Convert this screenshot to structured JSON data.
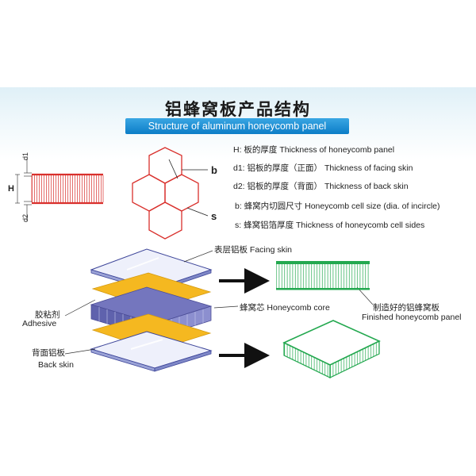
{
  "title": {
    "cn": "铝蜂窝板产品结构",
    "en": "Structure of aluminum honeycomb panel"
  },
  "dimension_marks": {
    "d1": "d1",
    "h": "H",
    "d2": "d2",
    "b": "b",
    "s": "s"
  },
  "legend": [
    {
      "key": "H:",
      "cn": "板的厚度",
      "en": "Thickness of honeycomb panel"
    },
    {
      "key": "d1:",
      "cn": "铝板的厚度（正面）",
      "en": "Thickness of facing skin"
    },
    {
      "key": "d2:",
      "cn": "铝板的厚度（背面）",
      "en": "Thickness of back skin"
    },
    {
      "key": "b:",
      "cn": "蜂窝内切圆尺寸",
      "en": "Honeycomb cell size (dia. of incircle)"
    },
    {
      "key": "s:",
      "cn": "蜂窝铝箔厚度",
      "en": "Thickness of honeycomb cell sides"
    }
  ],
  "layers": {
    "facing_skin": {
      "cn": "表层铝板",
      "en": "Facing skin"
    },
    "adhesive": {
      "cn": "胶粘剂",
      "en": "Adhesive"
    },
    "honeycomb_core": {
      "cn": "蜂窝芯",
      "en": "Honeycomb core"
    },
    "back_skin": {
      "cn": "背面铝板",
      "en": "Back skin"
    },
    "finished_panel": {
      "cn": "制造好的铝蜂窝板",
      "en": "Finished honeycomb panel"
    }
  },
  "colors": {
    "title_bar": "#0b7dc7",
    "panel_section_red": "#d9302c",
    "hexagon_red": "#d9302c",
    "adhesive_orange": "#f5b820",
    "honeycomb_core_purple": "#6a6cb4",
    "skin_sheet": "#9aa2d6",
    "finished_green": "#23a84f",
    "arrow_black": "#111111"
  }
}
